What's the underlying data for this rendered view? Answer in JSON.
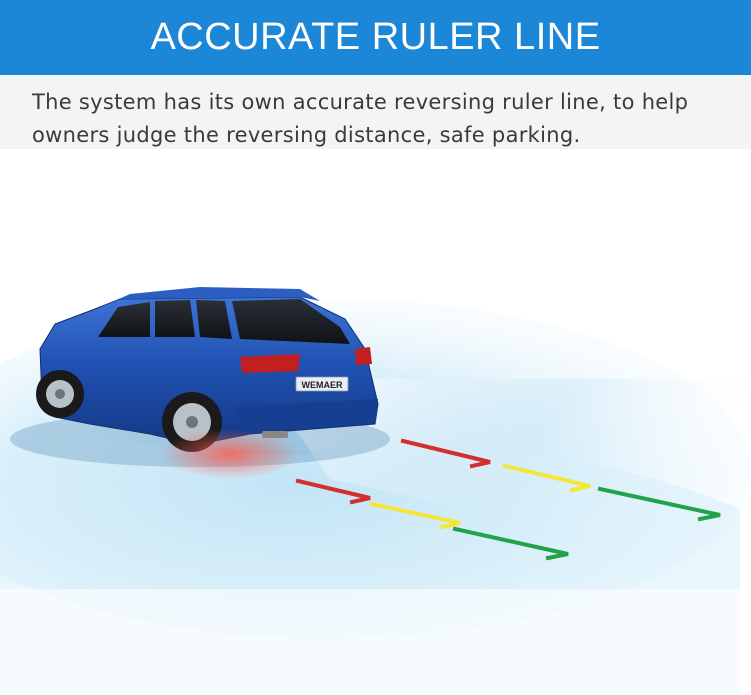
{
  "header": {
    "title": "ACCURATE RULER LINE",
    "description": "The system has its own accurate reversing ruler line, to help owners judge the reversing distance, safe parking."
  },
  "scene": {
    "badge_text": "WEMAER",
    "colors": {
      "header_bg": "#1b87d6",
      "car_body": "#1f4fb0",
      "guide_red": "#d32f2f",
      "guide_yellow": "#f5e63a",
      "guide_green": "#22a34a",
      "mist": "#bfe3f6"
    }
  }
}
